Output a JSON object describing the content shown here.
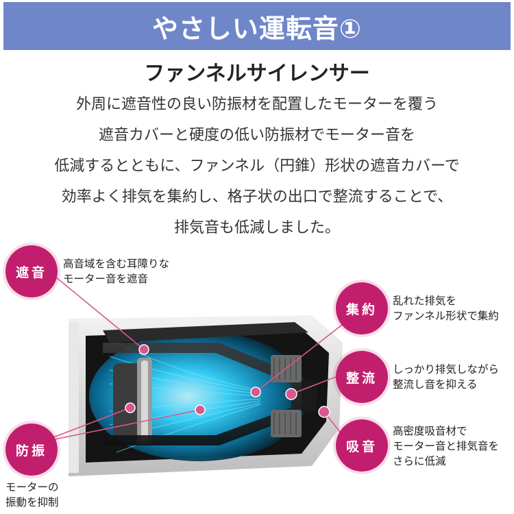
{
  "header": {
    "title": "やさしい運転音①"
  },
  "subtitle": "ファンネルサイレンサー",
  "description": [
    "外周に遮音性の良い防振材を配置したモーターを覆う",
    "遮音カバーと硬度の低い防振材でモーター音を",
    "低減するとともに、ファンネル（円錐）形状の遮音カバーで",
    "効率よく排気を集約し、格子状の出口で整流することで、",
    "排気音も低減しました。"
  ],
  "features": {
    "shaon": {
      "badge": "遮音",
      "lines": [
        "高音域を含む耳障りな",
        "モーター音を遮音"
      ]
    },
    "shuyaku": {
      "badge": "集約",
      "lines": [
        "乱れた排気を",
        "ファンネル形状で集約"
      ]
    },
    "seiryu": {
      "badge": "整流",
      "lines": [
        "しっかり排気しながら",
        "整流し音を抑える"
      ]
    },
    "boshin": {
      "badge": "防振",
      "lines": [
        "モーターの",
        "振動を抑制"
      ]
    },
    "kyuon": {
      "badge": "吸音",
      "lines": [
        "高密度吸音材で",
        "モーター音と排気音を",
        "さらに低減"
      ]
    }
  },
  "colors": {
    "banner": "#6f86c9",
    "accent": "#c21e6e",
    "glow": "#34d4ff"
  }
}
